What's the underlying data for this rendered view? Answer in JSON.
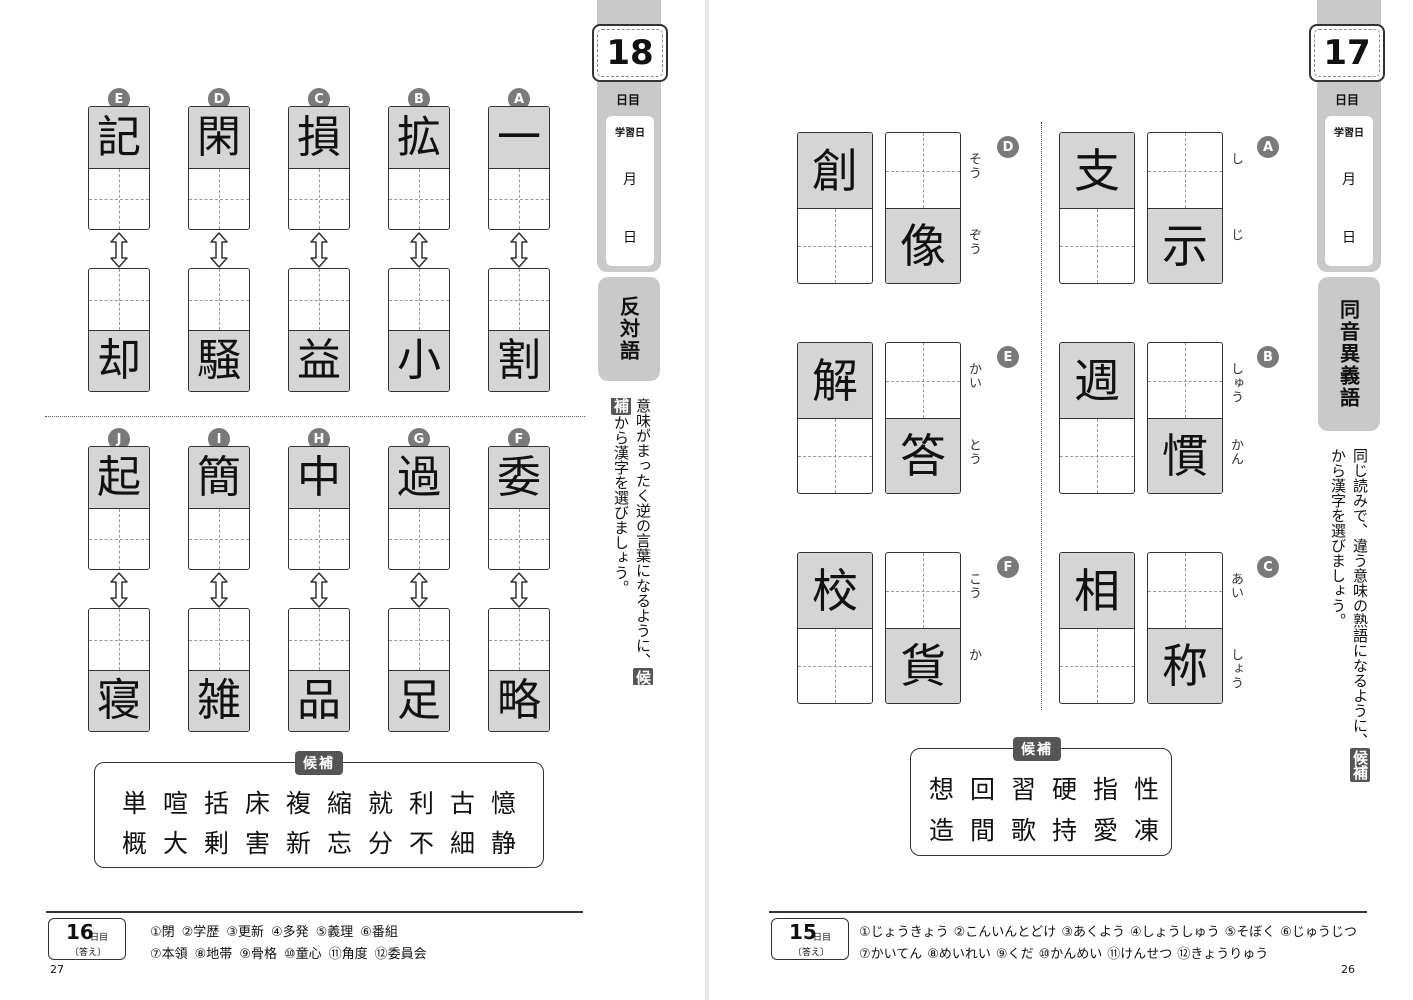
{
  "left": {
    "day_number": "18",
    "day_suffix": "日目",
    "date_card": {
      "label": "学習日",
      "month": "月",
      "day": "日"
    },
    "topic": "反対語",
    "instructions": {
      "line1": "意味がまったく逆の言葉になるように、",
      "keyword": "候補",
      "line2": "から漢字を選びましょう。"
    },
    "top_row": [
      {
        "id": "E",
        "top": "記",
        "bottom": "却"
      },
      {
        "id": "D",
        "top": "閑",
        "bottom": "騒"
      },
      {
        "id": "C",
        "top": "損",
        "bottom": "益"
      },
      {
        "id": "B",
        "top": "拡",
        "bottom": "小"
      },
      {
        "id": "A",
        "top": "一",
        "bottom": "割"
      }
    ],
    "bottom_row": [
      {
        "id": "J",
        "top": "起",
        "bottom": "寝"
      },
      {
        "id": "I",
        "top": "簡",
        "bottom": "雑"
      },
      {
        "id": "H",
        "top": "中",
        "bottom": "品"
      },
      {
        "id": "G",
        "top": "過",
        "bottom": "足"
      },
      {
        "id": "F",
        "top": "委",
        "bottom": "略"
      }
    ],
    "candidates_label": "候補",
    "candidates_row1": [
      "単",
      "喧",
      "括",
      "床",
      "複",
      "縮",
      "就",
      "利",
      "古",
      "憶"
    ],
    "candidates_row2": [
      "概",
      "大",
      "剰",
      "害",
      "新",
      "忘",
      "分",
      "不",
      "細",
      "静"
    ],
    "answers": {
      "day": "16",
      "suffix": "日目",
      "sub": "〔答え〕",
      "row1": [
        "①閉",
        "②学歴",
        "③更新",
        "④多発",
        "⑤義理",
        "⑥番組"
      ],
      "row2": [
        "⑦本領",
        "⑧地帯",
        "⑨骨格",
        "⑩童心",
        "⑪角度",
        "⑫委員会"
      ]
    },
    "page_number": "27"
  },
  "right": {
    "day_number": "17",
    "day_suffix": "日目",
    "date_card": {
      "label": "学習日",
      "month": "月",
      "day": "日"
    },
    "topic": "同音異義語",
    "instructions": {
      "line1": "同じ読みで、違う意味の熟語になるように、",
      "keyword": "候補",
      "line2": "から漢字を選びましょう。"
    },
    "pairs_right_col": [
      {
        "id": "A",
        "top_char": "支",
        "bottom_char": "示",
        "reading_top": "し",
        "reading_bottom": "じ"
      },
      {
        "id": "B",
        "top_char": "週",
        "bottom_char": "慣",
        "reading_top": "しゅう",
        "reading_bottom": "かん"
      },
      {
        "id": "C",
        "top_char": "相",
        "bottom_char": "称",
        "reading_top": "あい",
        "reading_bottom": "しょう"
      }
    ],
    "pairs_left_col": [
      {
        "id": "D",
        "top_char": "創",
        "bottom_char": "像",
        "reading_top": "そう",
        "reading_bottom": "ぞう"
      },
      {
        "id": "E",
        "top_char": "解",
        "bottom_char": "答",
        "reading_top": "かい",
        "reading_bottom": "とう"
      },
      {
        "id": "F",
        "top_char": "校",
        "bottom_char": "貨",
        "reading_top": "こう",
        "reading_bottom": "か"
      }
    ],
    "candidates_label": "候補",
    "candidates_row1": [
      "想",
      "回",
      "習",
      "硬",
      "指",
      "性"
    ],
    "candidates_row2": [
      "造",
      "間",
      "歌",
      "持",
      "愛",
      "凍"
    ],
    "answers": {
      "day": "15",
      "suffix": "日目",
      "sub": "〔答え〕",
      "row1": [
        "①じょうきょう",
        "②こんいんとどけ",
        "③あくよう",
        "④しょうしゅう",
        "⑤そぼく",
        "⑥じゅうじつ"
      ],
      "row2": [
        "⑦かいてん",
        "⑧めいれい",
        "⑨くだ",
        "⑩かんめい",
        "⑪けんせつ",
        "⑫きょうりゅう"
      ]
    },
    "page_number": "26"
  }
}
